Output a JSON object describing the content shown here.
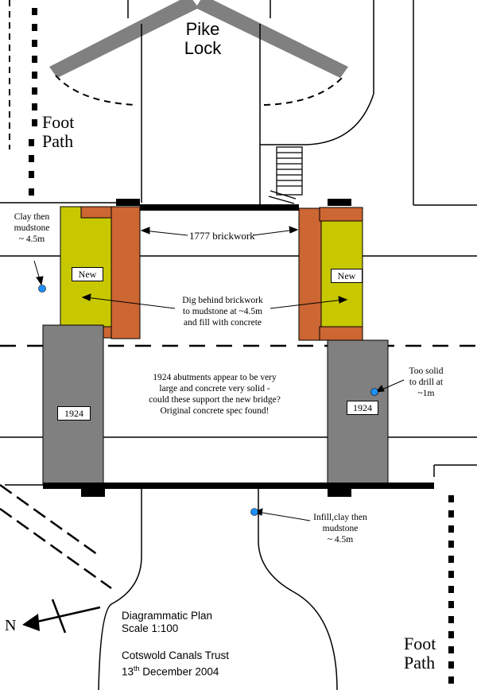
{
  "title": {
    "line1": "Pike",
    "line2": "Lock"
  },
  "footpath_top": {
    "line1": "Foot",
    "line2": "Path"
  },
  "footpath_bottom": {
    "line1": "Foot",
    "line2": "Path"
  },
  "brickwork_label": "1777 brickwork",
  "boxes": {
    "new_left": "New",
    "new_right": "New",
    "y1924_left": "1924",
    "y1924_right": "1924"
  },
  "notes": {
    "clay_left": [
      "Clay then",
      "mudstone",
      "~ 4.5m"
    ],
    "dig": [
      "Dig behind brickwork",
      "to mudstone at ~4.5m",
      "and fill with concrete"
    ],
    "abutments": [
      "1924 abutments appear to be very",
      "large and concrete very solid -",
      "could these support the new bridge?",
      "Original concrete spec found!"
    ],
    "too_solid": [
      "Too solid",
      "to drill at",
      "~1m"
    ],
    "infill": [
      "Infill,clay then",
      "mudstone",
      "~ 4.5m"
    ]
  },
  "north_label": "N",
  "plan": {
    "line1": "Diagrammatic Plan",
    "line2": "Scale 1:100"
  },
  "credit": {
    "org": "Cotswold Canals Trust",
    "day": "13",
    "ordinal": "th",
    "rest": " December 2004"
  },
  "colors": {
    "new_fill": "#c8c800",
    "brick": "#cc6633",
    "abutment": "#808080",
    "gate": "#808080",
    "borehole": "#1e90ff"
  }
}
